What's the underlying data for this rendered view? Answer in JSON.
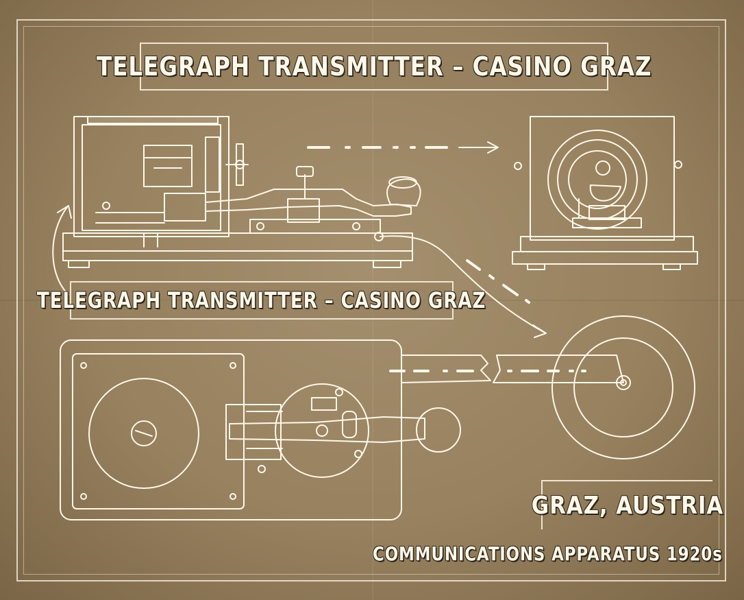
{
  "poster": {
    "title": "TELEGRAPH TRANSMITTER – CASINO GRAZ",
    "subtitle": "TELEGRAPH TRANSMITTER – CASINO GRAZ",
    "location": "GRAZ, AUSTRIA",
    "caption": "COMMUNICATIONS APPARATUS 1920s"
  },
  "colors": {
    "paper": "#97815f",
    "ink": "#fff8ea",
    "shadow": "#2b2418"
  },
  "illustrations": [
    "telegraph-key-side-view",
    "sounder-front-view",
    "telegraph-key-top-view",
    "tape-reel",
    "morse-signal-arrows"
  ]
}
